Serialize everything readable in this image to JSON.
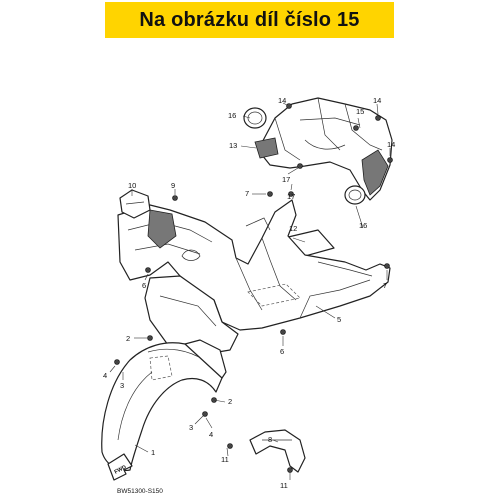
{
  "banner": {
    "text": "Na obrázku díl číslo 15",
    "color": "#ffd400"
  },
  "diagram": {
    "callouts": [
      "1",
      "2",
      "2",
      "3",
      "3",
      "4",
      "4",
      "5",
      "6",
      "6",
      "7",
      "7",
      "8",
      "9",
      "10",
      "11",
      "11",
      "12",
      "13",
      "14",
      "14",
      "15",
      "16",
      "16",
      "17",
      "17"
    ],
    "fwd_label": "FWD",
    "diagram_code": "BW51300-S150"
  }
}
